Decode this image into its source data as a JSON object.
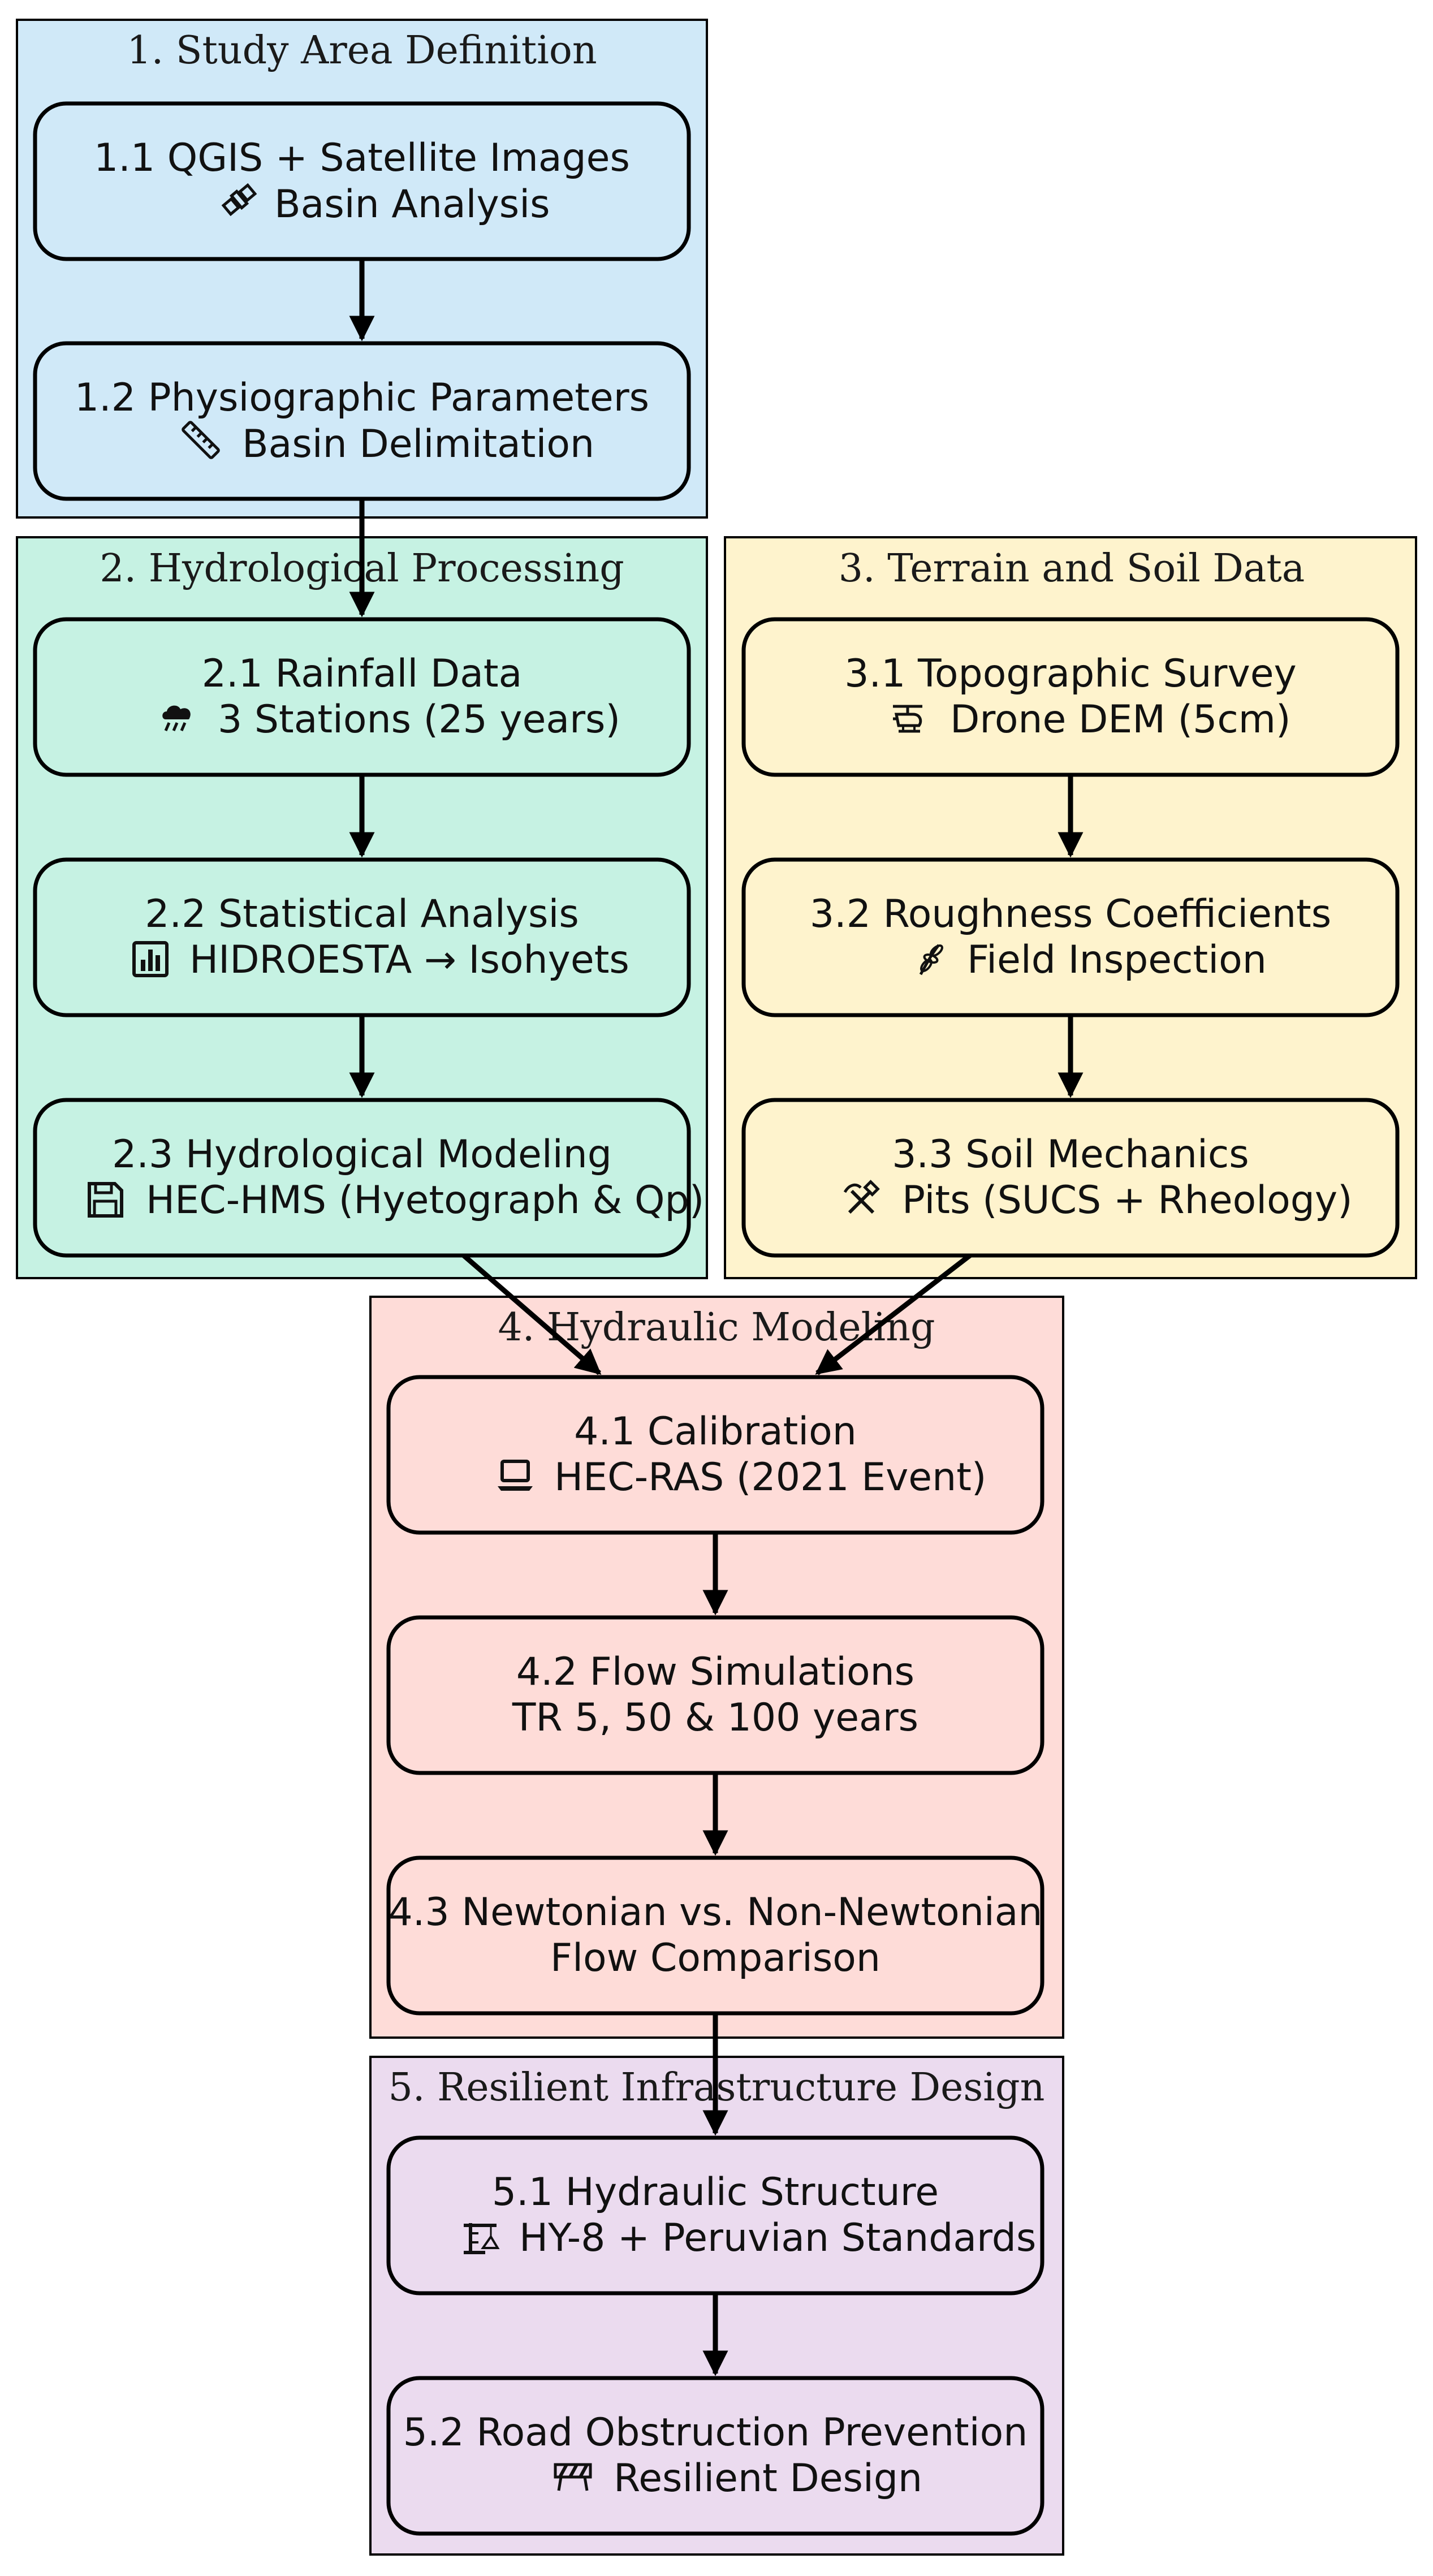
{
  "clusters": [
    {
      "id": "c1",
      "title": "1. Study Area Definition",
      "fill": "#d0e9f8"
    },
    {
      "id": "c2",
      "title": "2. Hydrological Processing",
      "fill": "#c6f2e3"
    },
    {
      "id": "c3",
      "title": "3. Terrain and Soil Data",
      "fill": "#fef3cd"
    },
    {
      "id": "c4",
      "title": "4. Hydraulic Modeling",
      "fill": "#fedcd8"
    },
    {
      "id": "c5",
      "title": "5. Resilient Infrastructure Design",
      "fill": "#ebdbef"
    }
  ],
  "nodes": [
    {
      "id": "n11",
      "line1": "1.1 QGIS + Satellite Images",
      "line2": "Basin Analysis",
      "icon": "satellite-icon"
    },
    {
      "id": "n12",
      "line1": "1.2 Physiographic Parameters",
      "line2": "Basin Delimitation",
      "icon": "ruler-icon"
    },
    {
      "id": "n21",
      "line1": "2.1 Rainfall Data",
      "line2": "3 Stations (25 years)",
      "icon": "rain-cloud-icon"
    },
    {
      "id": "n22",
      "line1": "2.2 Statistical Analysis",
      "line2": "HIDROESTA → Isohyets",
      "icon": "bar-chart-icon"
    },
    {
      "id": "n23",
      "line1": "2.3 Hydrological Modeling",
      "line2": "HEC-HMS (Hyetograph & Qp)",
      "icon": "floppy-disk-icon"
    },
    {
      "id": "n31",
      "line1": "3.1 Topographic Survey",
      "line2": "Drone DEM (5cm)",
      "icon": "helicopter-icon"
    },
    {
      "id": "n32",
      "line1": "3.2 Roughness Coefficients",
      "line2": "Field Inspection",
      "icon": "herb-icon"
    },
    {
      "id": "n33",
      "line1": "3.3 Soil Mechanics",
      "line2": "Pits (SUCS + Rheology)",
      "icon": "hammer-pick-icon"
    },
    {
      "id": "n41",
      "line1": "4.1 Calibration",
      "line2": "HEC-RAS (2021 Event)",
      "icon": "laptop-icon"
    },
    {
      "id": "n42",
      "line1": "4.2 Flow Simulations",
      "line2": "TR 5, 50 & 100 years",
      "icon": ""
    },
    {
      "id": "n43",
      "line1": "4.3 Newtonian vs. Non-Newtonian",
      "line2": "Flow Comparison",
      "icon": ""
    },
    {
      "id": "n51",
      "line1": "5.1 Hydraulic Structure",
      "line2": "HY-8 + Peruvian Standards",
      "icon": "construction-icon"
    },
    {
      "id": "n52",
      "line1": "5.2 Road Obstruction Prevention",
      "line2": "Resilient Design",
      "icon": "barrier-icon"
    }
  ]
}
